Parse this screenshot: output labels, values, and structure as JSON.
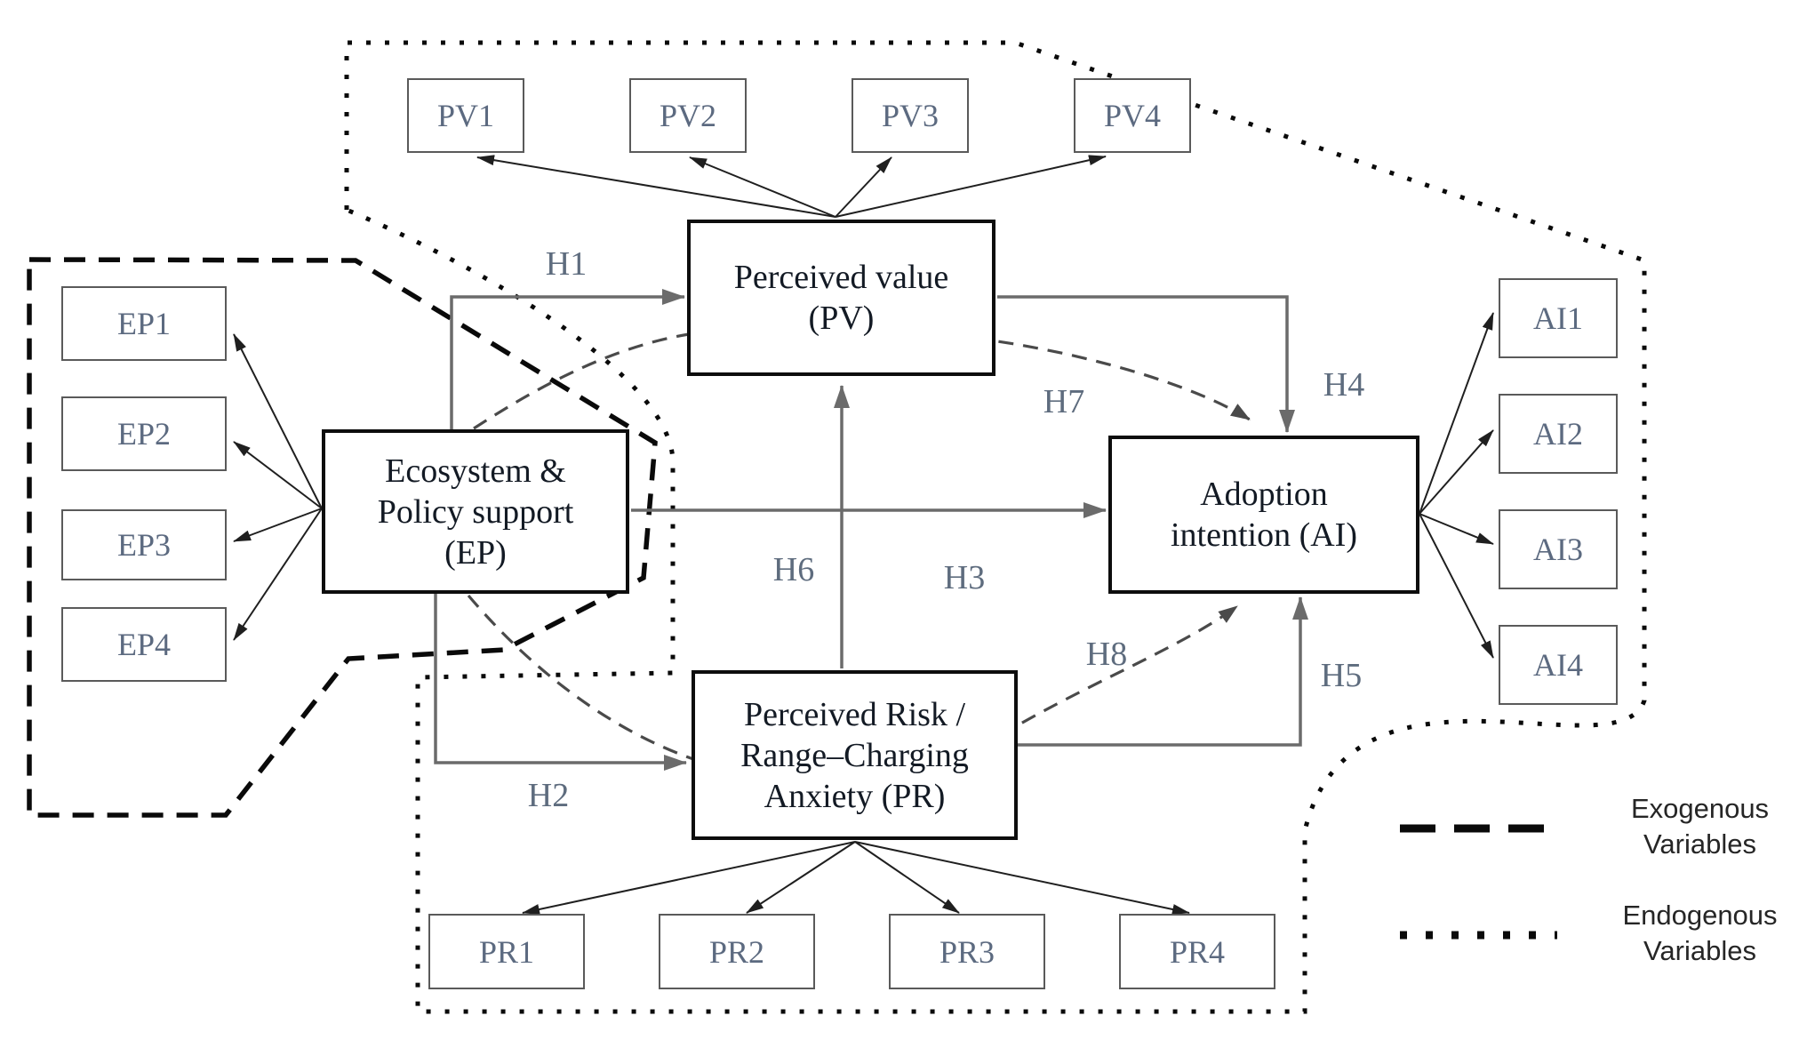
{
  "figure": {
    "kind": "sem-path-diagram",
    "constructs": {
      "ep": {
        "lines": [
          "Ecosystem &",
          "Policy support",
          "(EP)"
        ]
      },
      "pv": {
        "lines": [
          "Perceived value",
          "(PV)"
        ]
      },
      "pr": {
        "lines": [
          "Perceived Risk /",
          "Range–Charging",
          "Anxiety (PR)"
        ]
      },
      "ai": {
        "lines": [
          "Adoption",
          "intention (AI)"
        ]
      }
    },
    "indicators": {
      "ep": [
        "EP1",
        "EP2",
        "EP3",
        "EP4"
      ],
      "pv": [
        "PV1",
        "PV2",
        "PV3",
        "PV4"
      ],
      "pr": [
        "PR1",
        "PR2",
        "PR3",
        "PR4"
      ],
      "ai": [
        "AI1",
        "AI2",
        "AI3",
        "AI4"
      ]
    },
    "hypotheses": {
      "h1": "H1",
      "h2": "H2",
      "h3": "H3",
      "h4": "H4",
      "h5": "H5",
      "h6": "H6",
      "h7": "H7",
      "h8": "H8"
    },
    "legend": {
      "exogenous": {
        "lines": [
          "Exogenous",
          "Variables"
        ]
      },
      "endogenous": {
        "lines": [
          "Endogenous",
          "Variables"
        ]
      }
    },
    "colors": {
      "boundary": "#0a0a0a",
      "solid_path": "#6b6b6b",
      "dashed_path": "#4a4a4a",
      "loading_arrow": "#1f1f1f",
      "construct_border": "#0d0d0d",
      "indicator_border": "#5a5a5a",
      "construct_text": "#131a24",
      "indicator_text": "#5c6a80",
      "hypothesis_text": "#5e6c7e",
      "legend_text": "#262626"
    }
  }
}
